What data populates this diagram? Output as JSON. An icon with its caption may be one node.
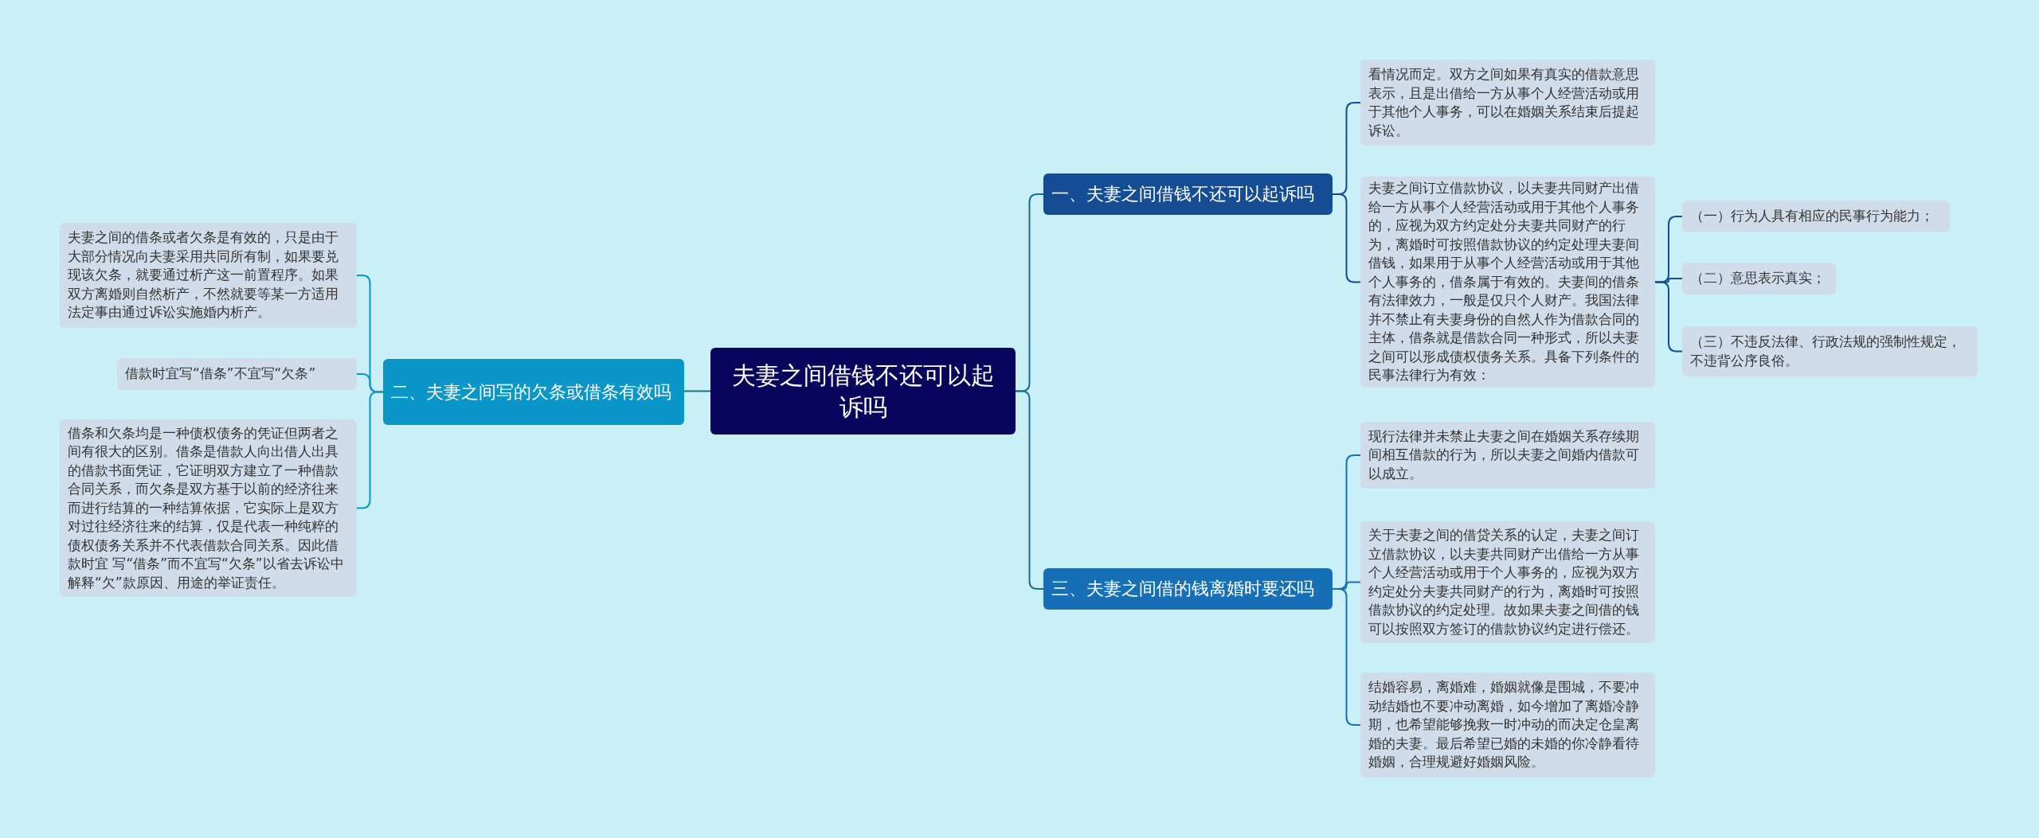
{
  "diagram": {
    "nodes": [
      {
        "text": [
          "夫妻之间借钱不还可以起诉吗"
        ]
      },
      {
        "text": [
          "一、夫妻之间借钱不还可以起诉吗"
        ]
      },
      {
        "text": [
          "看情况而定。双方之间如果有真实的借款意思表示，且是出借给一方从事个人经营活动或用于其他个人事务，可以在婚姻关系结束后提起诉讼。"
        ]
      },
      {
        "text": [
          "夫妻之间订立借款协议，以夫妻共同财产出借给一方从事个人经营活动或用于其他个人事务的，应视为双方约定处分夫妻共同财产的行为，离婚时可按照借款协议的约定处理夫妻间借钱，如果用于从事个人经营活动或用于其他个人事务的，借条属于有效的。夫妻间的借条有法律效力，一般是仅只个人财产。我国法律并不禁止有夫妻身份的自然人作为借款合同的主体，借条就是借款合同一种形式，所以夫妻之间可以形成债权债务关系。具备下列条件的民事法律行为有效："
        ]
      },
      {
        "text": [
          "（一）行为人具有相应的民事行为能力；"
        ]
      },
      {
        "text": [
          "（二）意思表示真实；"
        ]
      },
      {
        "text": [
          "（三）不违反法律、行政法规的强制性规定，不违背公序良俗。"
        ]
      },
      {
        "text": [
          "二、夫妻之间写的欠条或借条有效吗"
        ]
      },
      {
        "text": [
          "夫妻之间的借条或者欠条是有效的，只是由于大部分情况向夫妻采用共同所有制，如果要兑现该欠条，就要通过析产这一前置程序。如果双方离婚则自然析产，不然就要等某一方适用法定事由通过诉讼实施婚内析产。"
        ]
      },
      {
        "text": [
          "借款时宜写“借条”不宜写“欠条”"
        ]
      },
      {
        "text": [
          "借条和欠条均是一种债权债务的凭证但两者之间有很大的区别。借条是借款人向出借人出具的借款书面凭证，它证明双方建立了一种借款合同关系，而欠条是双方基于以前的经济往来而进行结算的一种结算依据，它实际上是双方对过往经济往来的结算，仅是代表一种纯粹的债权债务关系并不代表借款合同关系。因此借款时宜 写“借条”而不宜写“欠条”以省去诉讼中解释“欠”款原因、用途的举证责任。"
        ]
      },
      {
        "text": [
          "三、夫妻之间借的钱离婚时要还吗"
        ]
      },
      {
        "text": [
          "现行法律并未禁止夫妻之间在婚姻关系存续期间相互借款的行为，所以夫妻之间婚内借款可以成立。"
        ]
      },
      {
        "text": [
          "关于夫妻之间的借贷关系的认定，夫妻之间订立借款协议，以夫妻共同财产出借给一方从事个人经营活动或用于个人事务的，应视为双方约定处分夫妻共同财产的行为，离婚时可按照借款协议的约定处理。故如果夫妻之间借的钱可以按照双方签订的借款协议约定进行偿还。"
        ]
      },
      {
        "text": [
          "结婚容易，离婚难，婚姻就像是围城，不要冲动结婚也不要冲动离婚，如今增加了离婚冷静期，也希望能够挽救一时冲动的而决定仓皇离婚的夫妻。最后希望已婚的未婚的你冷静看待婚姻，合理规避好婚姻风险。"
        ]
      }
    ],
    "edges": [
      {
        "from": 0,
        "to": 1,
        "arrow": "none"
      },
      {
        "from": 1,
        "to": 2,
        "arrow": "none"
      },
      {
        "from": 1,
        "to": 3,
        "arrow": "none"
      },
      {
        "from": 3,
        "to": 4,
        "arrow": "none"
      },
      {
        "from": 3,
        "to": 5,
        "arrow": "none"
      },
      {
        "from": 3,
        "to": 6,
        "arrow": "none"
      },
      {
        "from": 0,
        "to": 7,
        "arrow": "none"
      },
      {
        "from": 7,
        "to": 8,
        "arrow": "none"
      },
      {
        "from": 7,
        "to": 9,
        "arrow": "none"
      },
      {
        "from": 7,
        "to": 10,
        "arrow": "none"
      },
      {
        "from": 0,
        "to": 11,
        "arrow": "none"
      },
      {
        "from": 11,
        "to": 12,
        "arrow": "none"
      },
      {
        "from": 11,
        "to": 13,
        "arrow": "none"
      },
      {
        "from": 11,
        "to": 14,
        "arrow": "none"
      }
    ]
  }
}
